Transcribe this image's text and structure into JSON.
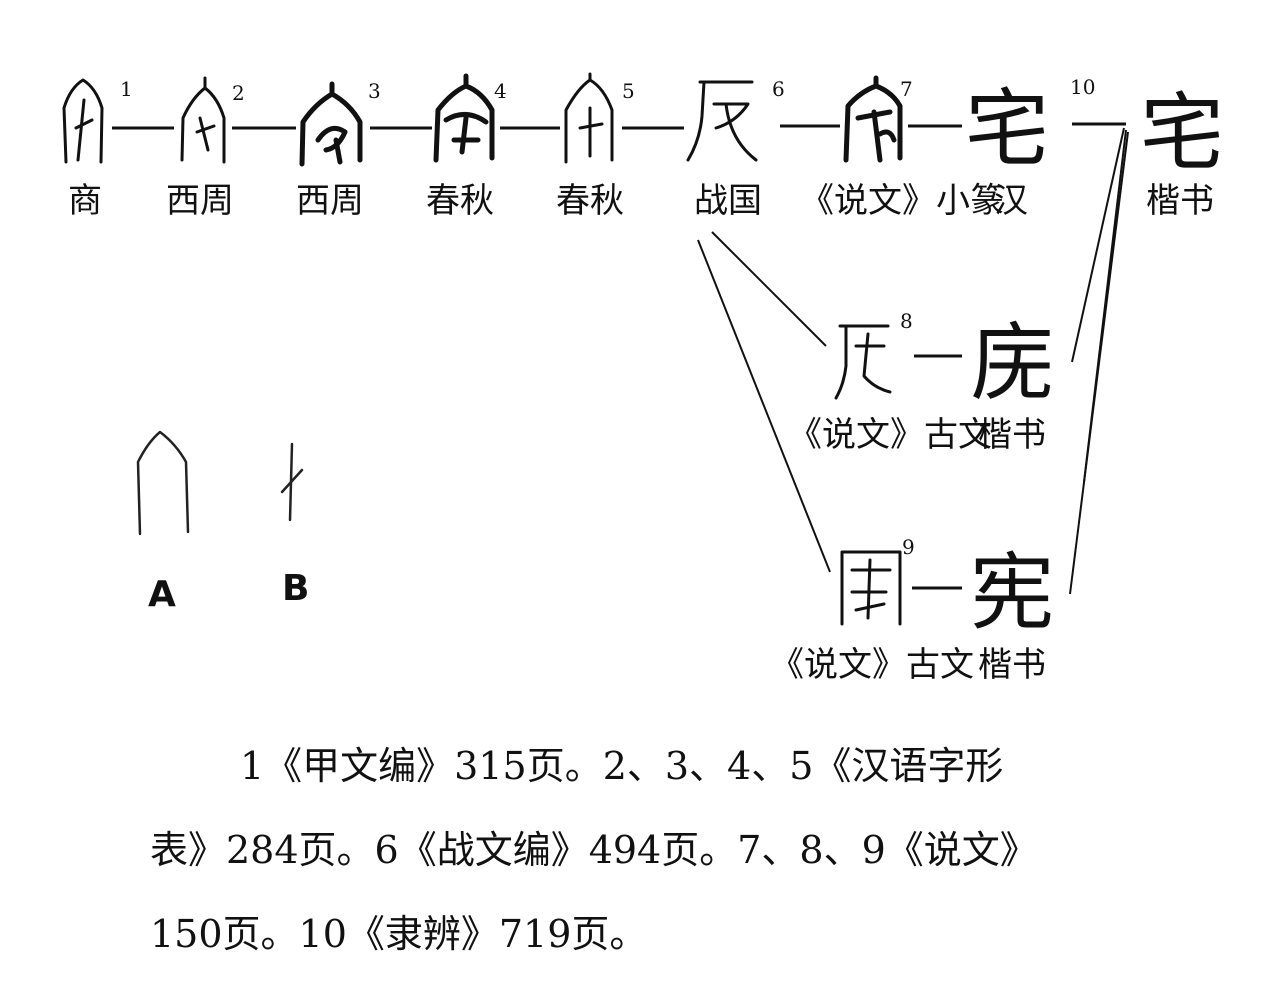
{
  "timeline": {
    "numbers": [
      "1",
      "2",
      "3",
      "4",
      "5",
      "6",
      "7",
      "10"
    ],
    "periods": [
      "商",
      "西周",
      "西周",
      "春秋",
      "春秋",
      "战国",
      "《说文》小篆",
      "汉",
      "楷书"
    ],
    "han_char": "宅",
    "kaishu_char": "宅"
  },
  "branch8": {
    "number": "8",
    "char": "庑",
    "label_left": "《说文》古文",
    "label_right": "楷书"
  },
  "branch9": {
    "number": "9",
    "char": "宪",
    "label_left": "《说文》古文",
    "label_right": "楷书"
  },
  "components": {
    "a_label": "A",
    "b_label": "B"
  },
  "caption": {
    "line1": "1《甲文编》315页。2、3、4、5《汉语字形",
    "line2": "表》284页。6《战文编》494页。7、8、9《说文》",
    "line3": "150页。10《隶辨》719页。"
  }
}
